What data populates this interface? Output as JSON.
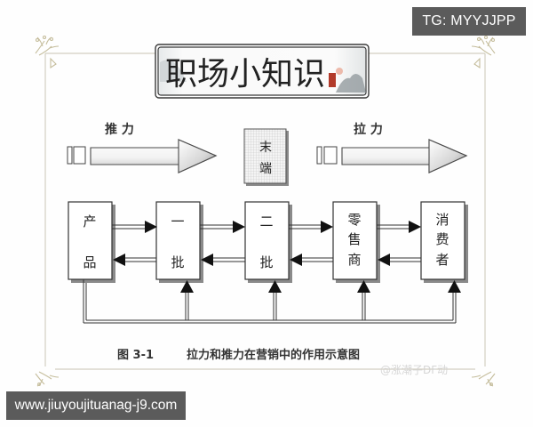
{
  "badges": {
    "top_right": "TG: MYYJJPP",
    "bottom_left": "www.jiuyoujituanag-j9.com"
  },
  "banner": {
    "title": "职场小知识"
  },
  "diagram": {
    "push_label": "推 力",
    "pull_label": "拉 力",
    "terminal": {
      "line1": "末",
      "line2": "端"
    },
    "nodes": [
      {
        "id": "product",
        "chars": [
          "产",
          "品"
        ]
      },
      {
        "id": "wholesale1",
        "chars": [
          "一",
          "批"
        ]
      },
      {
        "id": "wholesale2",
        "chars": [
          "二",
          "批"
        ]
      },
      {
        "id": "retailer",
        "chars": [
          "零",
          "售",
          "商"
        ]
      },
      {
        "id": "consumer",
        "chars": [
          "消",
          "费",
          "者"
        ]
      }
    ],
    "caption_fig": "图 3-1",
    "caption_text": "拉力和推力在营销中的作用示意图"
  },
  "watermark": "@涨潮子DF动",
  "colors": {
    "badge_bg": "#5b5b5b",
    "frame_line": "#cfcbbd",
    "ornament": "#c9c2a4",
    "box_border": "#333333",
    "box_shadow": "#7a7a7a"
  }
}
